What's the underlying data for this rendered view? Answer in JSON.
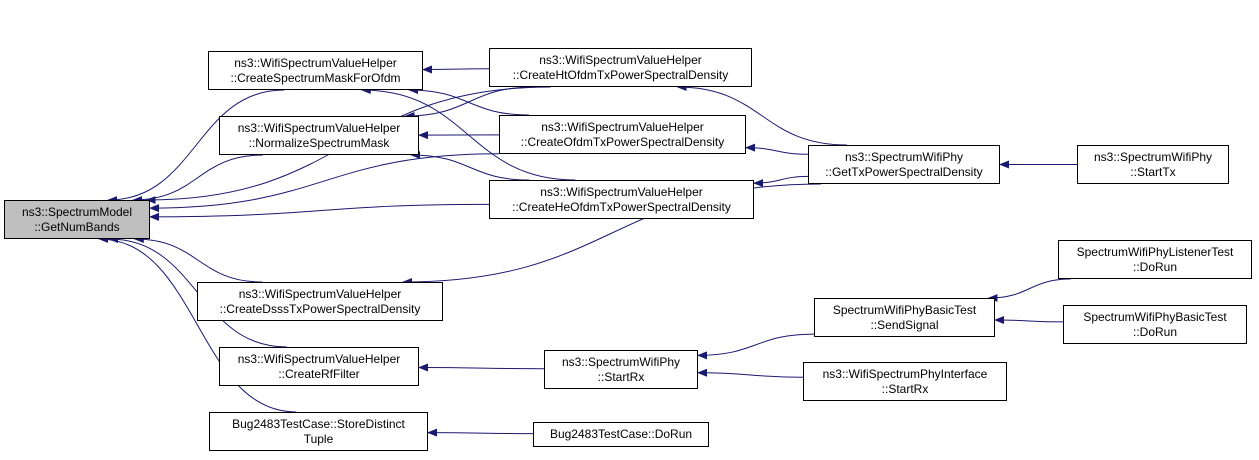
{
  "colors": {
    "edge": "#191970",
    "node_border": "#000000",
    "root_fill": "#bfbfbf",
    "node_fill": "#ffffff"
  },
  "nodes": [
    {
      "id": "getnumbands",
      "lines": [
        "ns3::SpectrumModel",
        "::GetNumBands"
      ],
      "root": true
    },
    {
      "id": "createmask",
      "lines": [
        "ns3::WifiSpectrumValueHelper",
        "::CreateSpectrumMaskForOfdm"
      ]
    },
    {
      "id": "normalize",
      "lines": [
        "ns3::WifiSpectrumValueHelper",
        "::NormalizeSpectrumMask"
      ]
    },
    {
      "id": "dsss",
      "lines": [
        "ns3::WifiSpectrumValueHelper",
        "::CreateDsssTxPowerSpectralDensity"
      ]
    },
    {
      "id": "rffilter",
      "lines": [
        "ns3::WifiSpectrumValueHelper",
        "::CreateRfFilter"
      ]
    },
    {
      "id": "bugtuple",
      "lines": [
        "Bug2483TestCase::StoreDistinct",
        "Tuple"
      ]
    },
    {
      "id": "ht",
      "lines": [
        "ns3::WifiSpectrumValueHelper",
        "::CreateHtOfdmTxPowerSpectralDensity"
      ]
    },
    {
      "id": "ofdm",
      "lines": [
        "ns3::WifiSpectrumValueHelper",
        "::CreateOfdmTxPowerSpectralDensity"
      ]
    },
    {
      "id": "he",
      "lines": [
        "ns3::WifiSpectrumValueHelper",
        "::CreateHeOfdmTxPowerSpectralDensity"
      ]
    },
    {
      "id": "gettx",
      "lines": [
        "ns3::SpectrumWifiPhy",
        "::GetTxPowerSpectralDensity"
      ]
    },
    {
      "id": "starttx",
      "lines": [
        "ns3::SpectrumWifiPhy",
        "::StartTx"
      ]
    },
    {
      "id": "startrx",
      "lines": [
        "ns3::SpectrumWifiPhy",
        "::StartRx"
      ]
    },
    {
      "id": "sendsignal",
      "lines": [
        "SpectrumWifiPhyBasicTest",
        "::SendSignal"
      ]
    },
    {
      "id": "listenerrun",
      "lines": [
        "SpectrumWifiPhyListenerTest",
        "::DoRun"
      ]
    },
    {
      "id": "basicrun",
      "lines": [
        "SpectrumWifiPhyBasicTest",
        "::DoRun"
      ]
    },
    {
      "id": "ifacestartrx",
      "lines": [
        "ns3::WifiSpectrumPhyInterface",
        "::StartRx"
      ]
    },
    {
      "id": "bugrun",
      "lines": [
        "Bug2483TestCase::DoRun"
      ]
    }
  ],
  "edges": [
    {
      "from": "createmask",
      "to": "getnumbands"
    },
    {
      "from": "normalize",
      "to": "getnumbands"
    },
    {
      "from": "dsss",
      "to": "getnumbands"
    },
    {
      "from": "rffilter",
      "to": "getnumbands"
    },
    {
      "from": "bugtuple",
      "to": "getnumbands"
    },
    {
      "from": "ht",
      "to": "getnumbands"
    },
    {
      "from": "ofdm",
      "to": "getnumbands"
    },
    {
      "from": "he",
      "to": "getnumbands"
    },
    {
      "from": "ht",
      "to": "createmask"
    },
    {
      "from": "ofdm",
      "to": "createmask"
    },
    {
      "from": "he",
      "to": "createmask"
    },
    {
      "from": "ht",
      "to": "normalize"
    },
    {
      "from": "ofdm",
      "to": "normalize"
    },
    {
      "from": "he",
      "to": "normalize"
    },
    {
      "from": "gettx",
      "to": "ht"
    },
    {
      "from": "gettx",
      "to": "ofdm"
    },
    {
      "from": "gettx",
      "to": "he"
    },
    {
      "from": "gettx",
      "to": "dsss"
    },
    {
      "from": "starttx",
      "to": "gettx"
    },
    {
      "from": "startrx",
      "to": "rffilter"
    },
    {
      "from": "sendsignal",
      "to": "startrx"
    },
    {
      "from": "ifacestartrx",
      "to": "startrx"
    },
    {
      "from": "listenerrun",
      "to": "sendsignal"
    },
    {
      "from": "basicrun",
      "to": "sendsignal"
    },
    {
      "from": "bugrun",
      "to": "bugtuple"
    }
  ]
}
